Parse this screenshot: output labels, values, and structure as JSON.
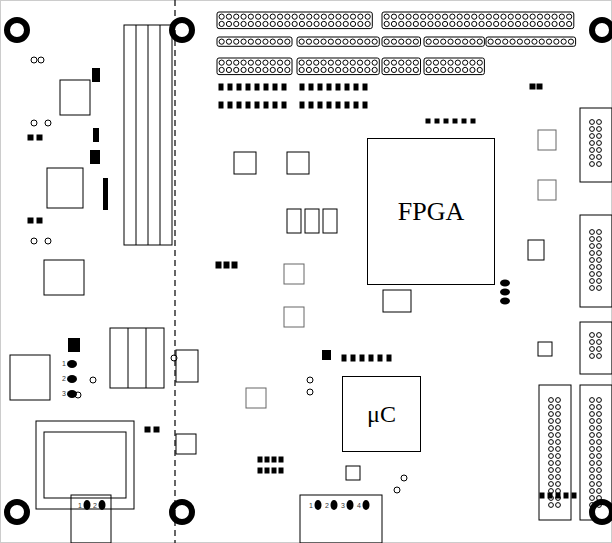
{
  "diagram": {
    "nodes": [
      {
        "text": [
          "FPGA"
        ]
      },
      {
        "text": [
          "μC"
        ]
      }
    ],
    "labels": [
      "1",
      "2",
      "3",
      "1",
      "2",
      "1",
      "2",
      "3",
      "4"
    ]
  }
}
